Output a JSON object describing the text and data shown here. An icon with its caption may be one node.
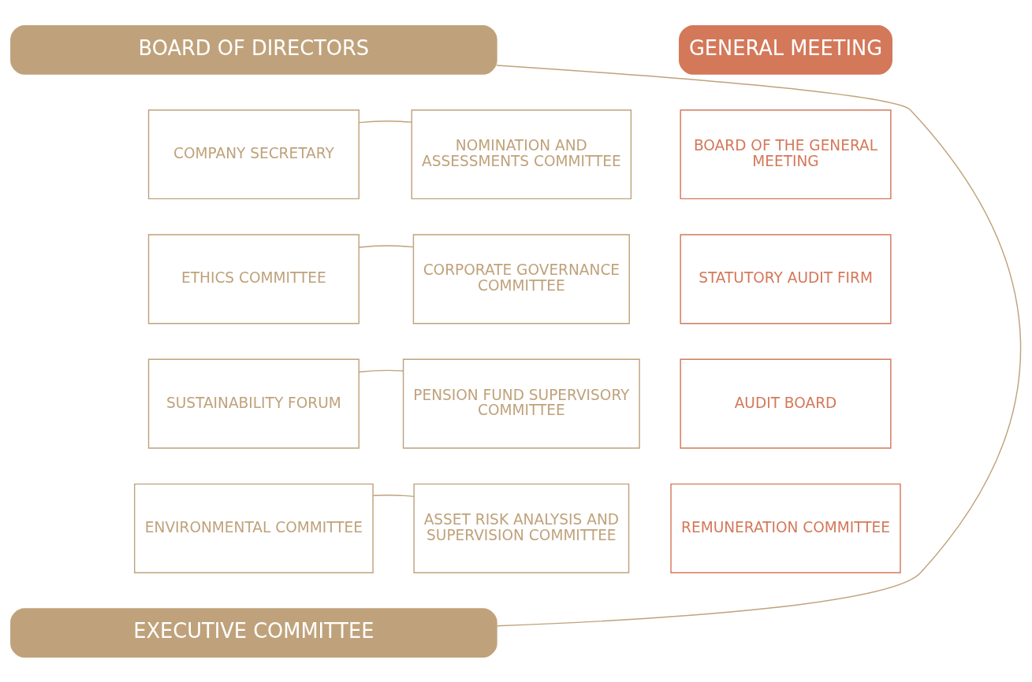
{
  "diagram": {
    "nodes": [
      {
        "text": [
          "BOARD OF DIRECTORS"
        ]
      },
      {
        "text": [
          "GENERAL MEETING"
        ]
      },
      {
        "text": [
          "COMPANY SECRETARY"
        ]
      },
      {
        "text": [
          "NOMINATION AND ASSESSMENTS COMMITTEE"
        ]
      },
      {
        "text": [
          "BOARD OF THE GENERAL MEETING"
        ]
      },
      {
        "text": [
          "ETHICS COMMITTEE"
        ]
      },
      {
        "text": [
          "CORPORATE GOVERNANCE COMMITTEE"
        ]
      },
      {
        "text": [
          "STATUTORY AUDIT FIRM"
        ]
      },
      {
        "text": [
          "SUSTAINABILITY FORUM"
        ]
      },
      {
        "text": [
          "PENSION FUND SUPERVISORY COMMITTEE"
        ]
      },
      {
        "text": [
          "AUDIT BOARD"
        ]
      },
      {
        "text": [
          "ENVIRONMENTAL COMMITTEE"
        ]
      },
      {
        "text": [
          "ASSET RISK ANALYSIS AND SUPERVISION COMMITTEE"
        ]
      },
      {
        "text": [
          "REMUNERATION COMMITTEE"
        ]
      },
      {
        "text": [
          "EXECUTIVE COMMITTEE"
        ]
      }
    ],
    "edges": [
      {
        "from": 0,
        "to": 14,
        "arrow": "none"
      },
      {
        "from": 2,
        "to": 3,
        "arrow": "none"
      },
      {
        "from": 5,
        "to": 6,
        "arrow": "none"
      },
      {
        "from": 8,
        "to": 9,
        "arrow": "none"
      },
      {
        "from": 11,
        "to": 12,
        "arrow": "none"
      }
    ]
  }
}
